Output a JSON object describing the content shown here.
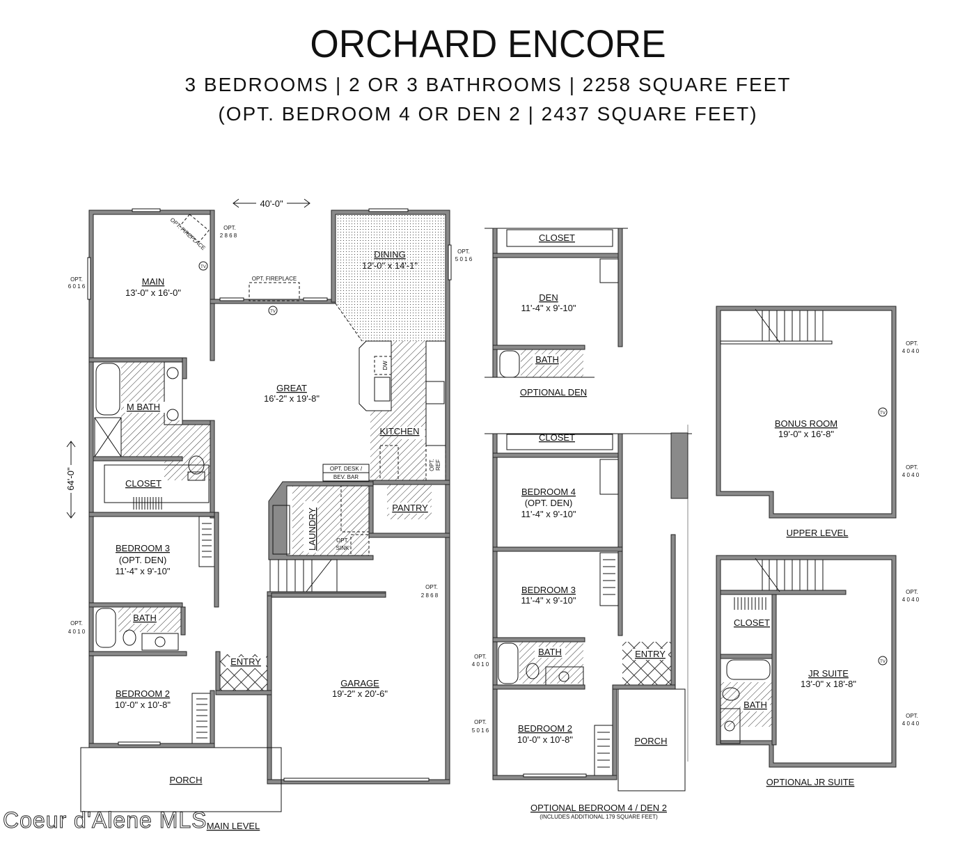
{
  "header": {
    "title": "ORCHARD ENCORE",
    "subtitle_line1": "3 BEDROOMS | 2 OR 3 BATHROOMS | 2258 SQUARE FEET",
    "subtitle_line2": "(OPT. BEDROOM 4 OR DEN 2 | 2437 SQUARE FEET)"
  },
  "colors": {
    "wall": "#8a8a8a",
    "line": "#111111",
    "background": "#ffffff"
  },
  "main_level": {
    "label": "MAIN LEVEL",
    "overall_width": "40'-0\"",
    "overall_depth": "64'-0\"",
    "rooms": {
      "main": {
        "name": "MAIN",
        "size": "13'-0\" x 16'-0\""
      },
      "dining": {
        "name": "DINING",
        "size": "12'-0\" x 14'-1\""
      },
      "great": {
        "name": "GREAT",
        "size": "16'-2\" x 19'-8\""
      },
      "kitchen": {
        "name": "KITCHEN"
      },
      "m_bath": {
        "name": "M BATH"
      },
      "closet": {
        "name": "CLOSET"
      },
      "laundry": {
        "name": "LAUNDRY"
      },
      "pantry": {
        "name": "PANTRY"
      },
      "bedroom3": {
        "name": "BEDROOM 3",
        "note": "(OPT. DEN)",
        "size": "11'-4\" x 9'-10\""
      },
      "bath": {
        "name": "BATH"
      },
      "entry": {
        "name": "ENTRY"
      },
      "bedroom2": {
        "name": "BEDROOM 2",
        "size": "10'-0\" x 10'-8\""
      },
      "garage": {
        "name": "GARAGE",
        "size": "19'-2\" x 20'-6\""
      },
      "porch": {
        "name": "PORCH"
      }
    },
    "annotations": {
      "opt_fireplace_main": "OPT. FIREPLACE",
      "opt_fireplace_great": "OPT. FIREPLACE",
      "opt_desk_line1": "OPT. DESK /",
      "opt_desk_line2": "BEV. BAR",
      "opt_sink_line1": "OPT.",
      "opt_sink_line2": "SINK",
      "opt_ref_line1": "OPT.",
      "opt_ref_line2": "REF",
      "dw": "DW",
      "tv": "TV",
      "opt": "OPT.",
      "win_6016": "6 0 1 6",
      "win_2868_main": "2 8 6 8",
      "win_5016": "5 0 1 6",
      "win_4010": "4 0 1 0",
      "door_2868_garage": "2 8 6 8"
    }
  },
  "optional_den": {
    "label": "OPTIONAL DEN",
    "rooms": {
      "closet": {
        "name": "CLOSET"
      },
      "den": {
        "name": "DEN",
        "size": "11'-4\" x 9'-10\""
      },
      "bath": {
        "name": "BATH"
      }
    }
  },
  "optional_bedroom4": {
    "label": "OPTIONAL BEDROOM 4 / DEN 2",
    "sublabel": "(INCLUDES ADDITIONAL 179 SQUARE FEET)",
    "rooms": {
      "closet": {
        "name": "CLOSET"
      },
      "bedroom4": {
        "name": "BEDROOM 4",
        "note": "(OPT. DEN)",
        "size": "11'-4\" x 9'-10\""
      },
      "bedroom3": {
        "name": "BEDROOM 3",
        "size": "11'-4\" x 9'-10\""
      },
      "bath": {
        "name": "BATH"
      },
      "entry": {
        "name": "ENTRY"
      },
      "bedroom2": {
        "name": "BEDROOM 2",
        "size": "10'-0\" x 10'-8\""
      },
      "porch": {
        "name": "PORCH"
      }
    },
    "annotations": {
      "opt": "OPT.",
      "win_4010": "4 0 1 0",
      "win_5016": "5 0 1 6"
    }
  },
  "upper_level": {
    "label": "UPPER LEVEL",
    "rooms": {
      "bonus": {
        "name": "BONUS ROOM",
        "size": "19'-0\" x 16'-8\""
      }
    },
    "annotations": {
      "opt": "OPT.",
      "win_4040": "4 0 4 0",
      "tv": "TV"
    }
  },
  "optional_jr_suite": {
    "label": "OPTIONAL JR SUITE",
    "rooms": {
      "jr_suite": {
        "name": "JR SUITE",
        "size": "13'-0\" x 18'-8\""
      },
      "closet": {
        "name": "CLOSET"
      },
      "bath": {
        "name": "BATH"
      }
    },
    "annotations": {
      "opt": "OPT.",
      "win_4040": "4 0 4 0",
      "tv": "TV"
    }
  },
  "watermark": "Coeur d'Alene MLS"
}
